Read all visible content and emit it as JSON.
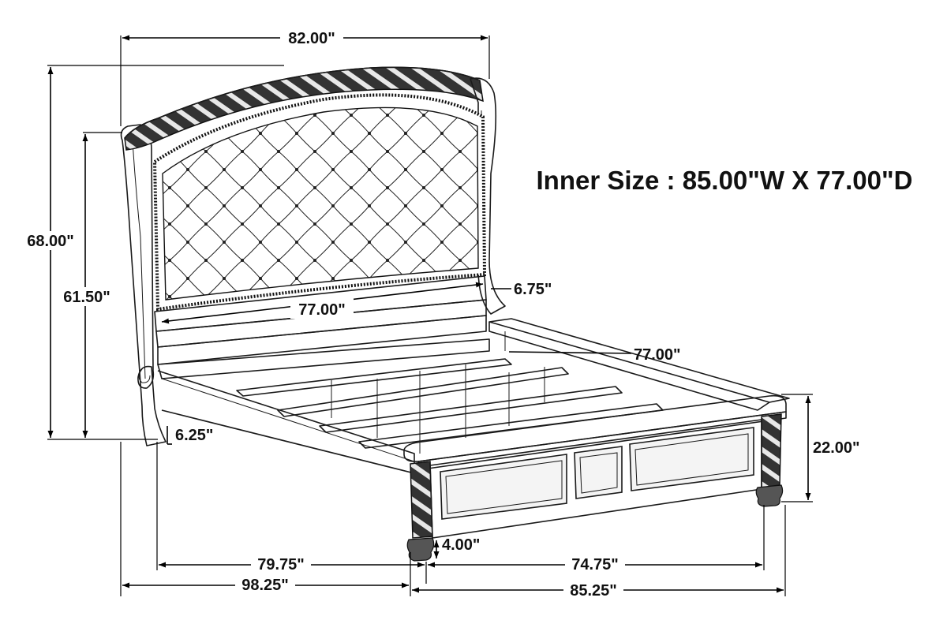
{
  "title": "Inner Size : 85.00\"W X 77.00\"D",
  "dimensions": {
    "headboard_width": "82.00\"",
    "overall_height": "68.00\"",
    "headboard_height": "61.50\"",
    "post_thickness": "6.75\"",
    "rail_width": "77.00\"",
    "rail_length": "77.00\"",
    "clearance": "6.25\"",
    "footboard_height": "22.00\"",
    "foot_height": "4.00\"",
    "inner_length": "79.75\"",
    "overall_length": "98.25\"",
    "footboard_inner_width": "74.75\"",
    "overall_width": "85.25\""
  }
}
